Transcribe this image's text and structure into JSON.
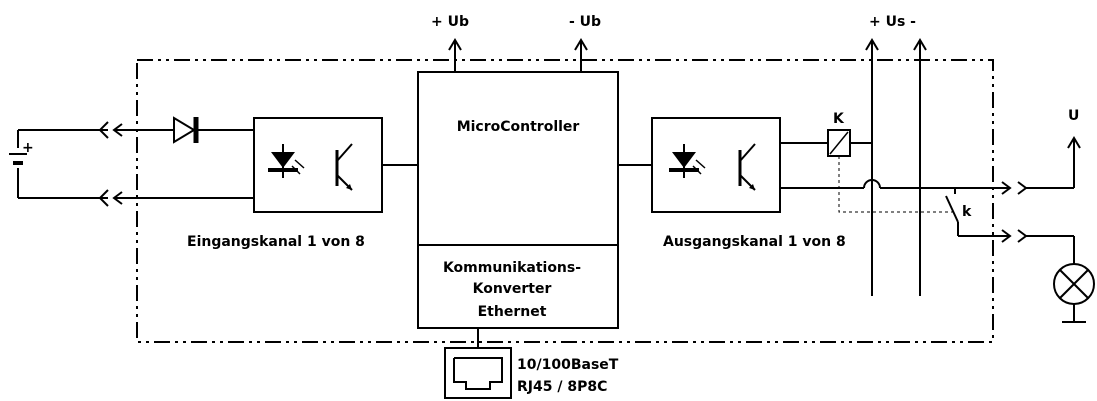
{
  "labels": {
    "plus_ub": "+ Ub",
    "minus_ub": "- Ub",
    "us": "+ Us -",
    "u": "U",
    "microcontroller": "MicroController",
    "converter_line1": "Kommunikations-",
    "converter_line2": "Konverter",
    "converter_line3": "Ethernet",
    "input_channel": "Eingangskanal 1 von 8",
    "output_channel": "Ausgangskanal 1 von 8",
    "relay_coil": "K",
    "relay_contact": "k",
    "port_line1": "10/100BaseT",
    "port_line2": "RJ45 / 8P8C",
    "battery_plus": "+"
  }
}
